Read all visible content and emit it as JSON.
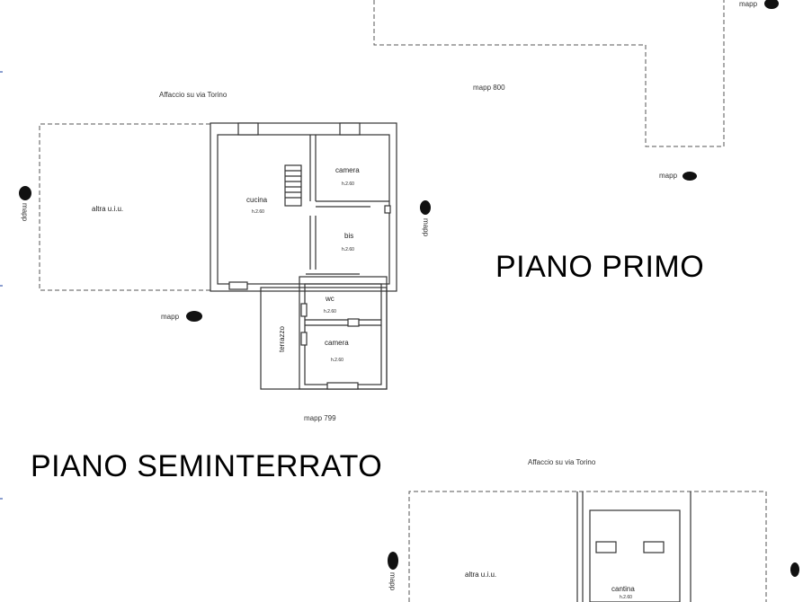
{
  "piano_primo": {
    "title": "PIANO PRIMO",
    "street_label": "Affaccio su via Torino",
    "mapp_800": "mapp 800",
    "mapp_799": "mapp 799",
    "mapp_right": "mapp",
    "mapp_left_vertical": "mapp",
    "mapp_right_vertical": "mapp",
    "mapp_bottom": "mapp",
    "mapp_topright": "mapp",
    "altra_uiu": "altra u.i.u.",
    "rooms": {
      "cucina": "cucina",
      "cucina_h": "h.2.60",
      "camera1": "camera",
      "camera1_h": "h.2.60",
      "bagno": "bis",
      "bagno_h": "h.2.60",
      "wc": "wc",
      "wc_h": "h.2.60",
      "camera2": "camera",
      "camera2_h": "h.2.60",
      "terrazzo": "terrazzo"
    }
  },
  "piano_seminterrato": {
    "title": "PIANO SEMINTERRATO",
    "street_label": "Affaccio su via Torino",
    "altra_uiu": "altra u.i.u.",
    "mapp_vertical": "mapp",
    "cantina": "cantina",
    "cantina_h": "h.2.60"
  }
}
